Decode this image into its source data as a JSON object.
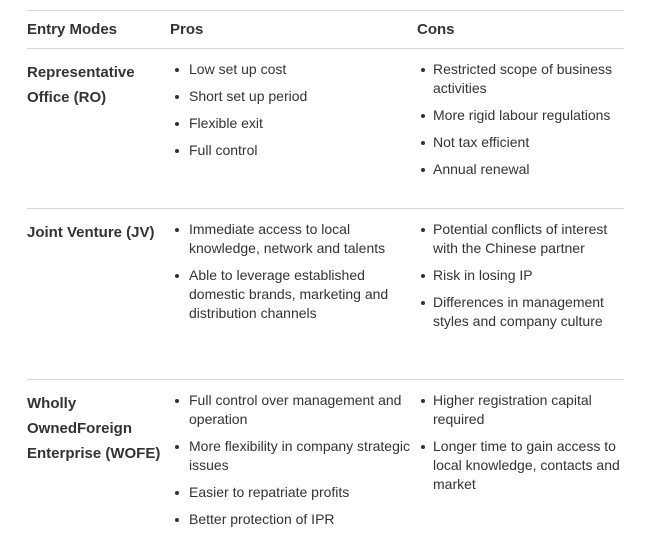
{
  "header": {
    "col_mode": "Entry Modes",
    "col_pros": "Pros",
    "col_cons": "Cons"
  },
  "rows": [
    {
      "mode": "Representative Office (RO)",
      "pros": [
        "Low set up cost",
        "Short set up period",
        "Flexible exit",
        "Full control"
      ],
      "cons": [
        "Restricted scope of business activities",
        "More rigid labour regulations",
        "Not tax efficient",
        "Annual renewal"
      ]
    },
    {
      "mode": "Joint Venture (JV)",
      "pros": [
        "Immediate access to local knowledge, network and talents",
        "Able to leverage established domestic brands, marketing and distribution channels"
      ],
      "cons": [
        "Potential conflicts of interest with the Chinese partner",
        "Risk in losing IP",
        "Differences in management styles and company culture"
      ]
    },
    {
      "mode": "Wholly OwnedForeign Enterprise (WOFE)",
      "pros": [
        "Full control over management and operation",
        "More flexibility in company strategic issues",
        "Easier to repatriate profits",
        "Better protection of IPR"
      ],
      "cons": [
        "Higher registration capital required",
        "Longer time to gain access to local knowledge, contacts and market"
      ]
    }
  ]
}
